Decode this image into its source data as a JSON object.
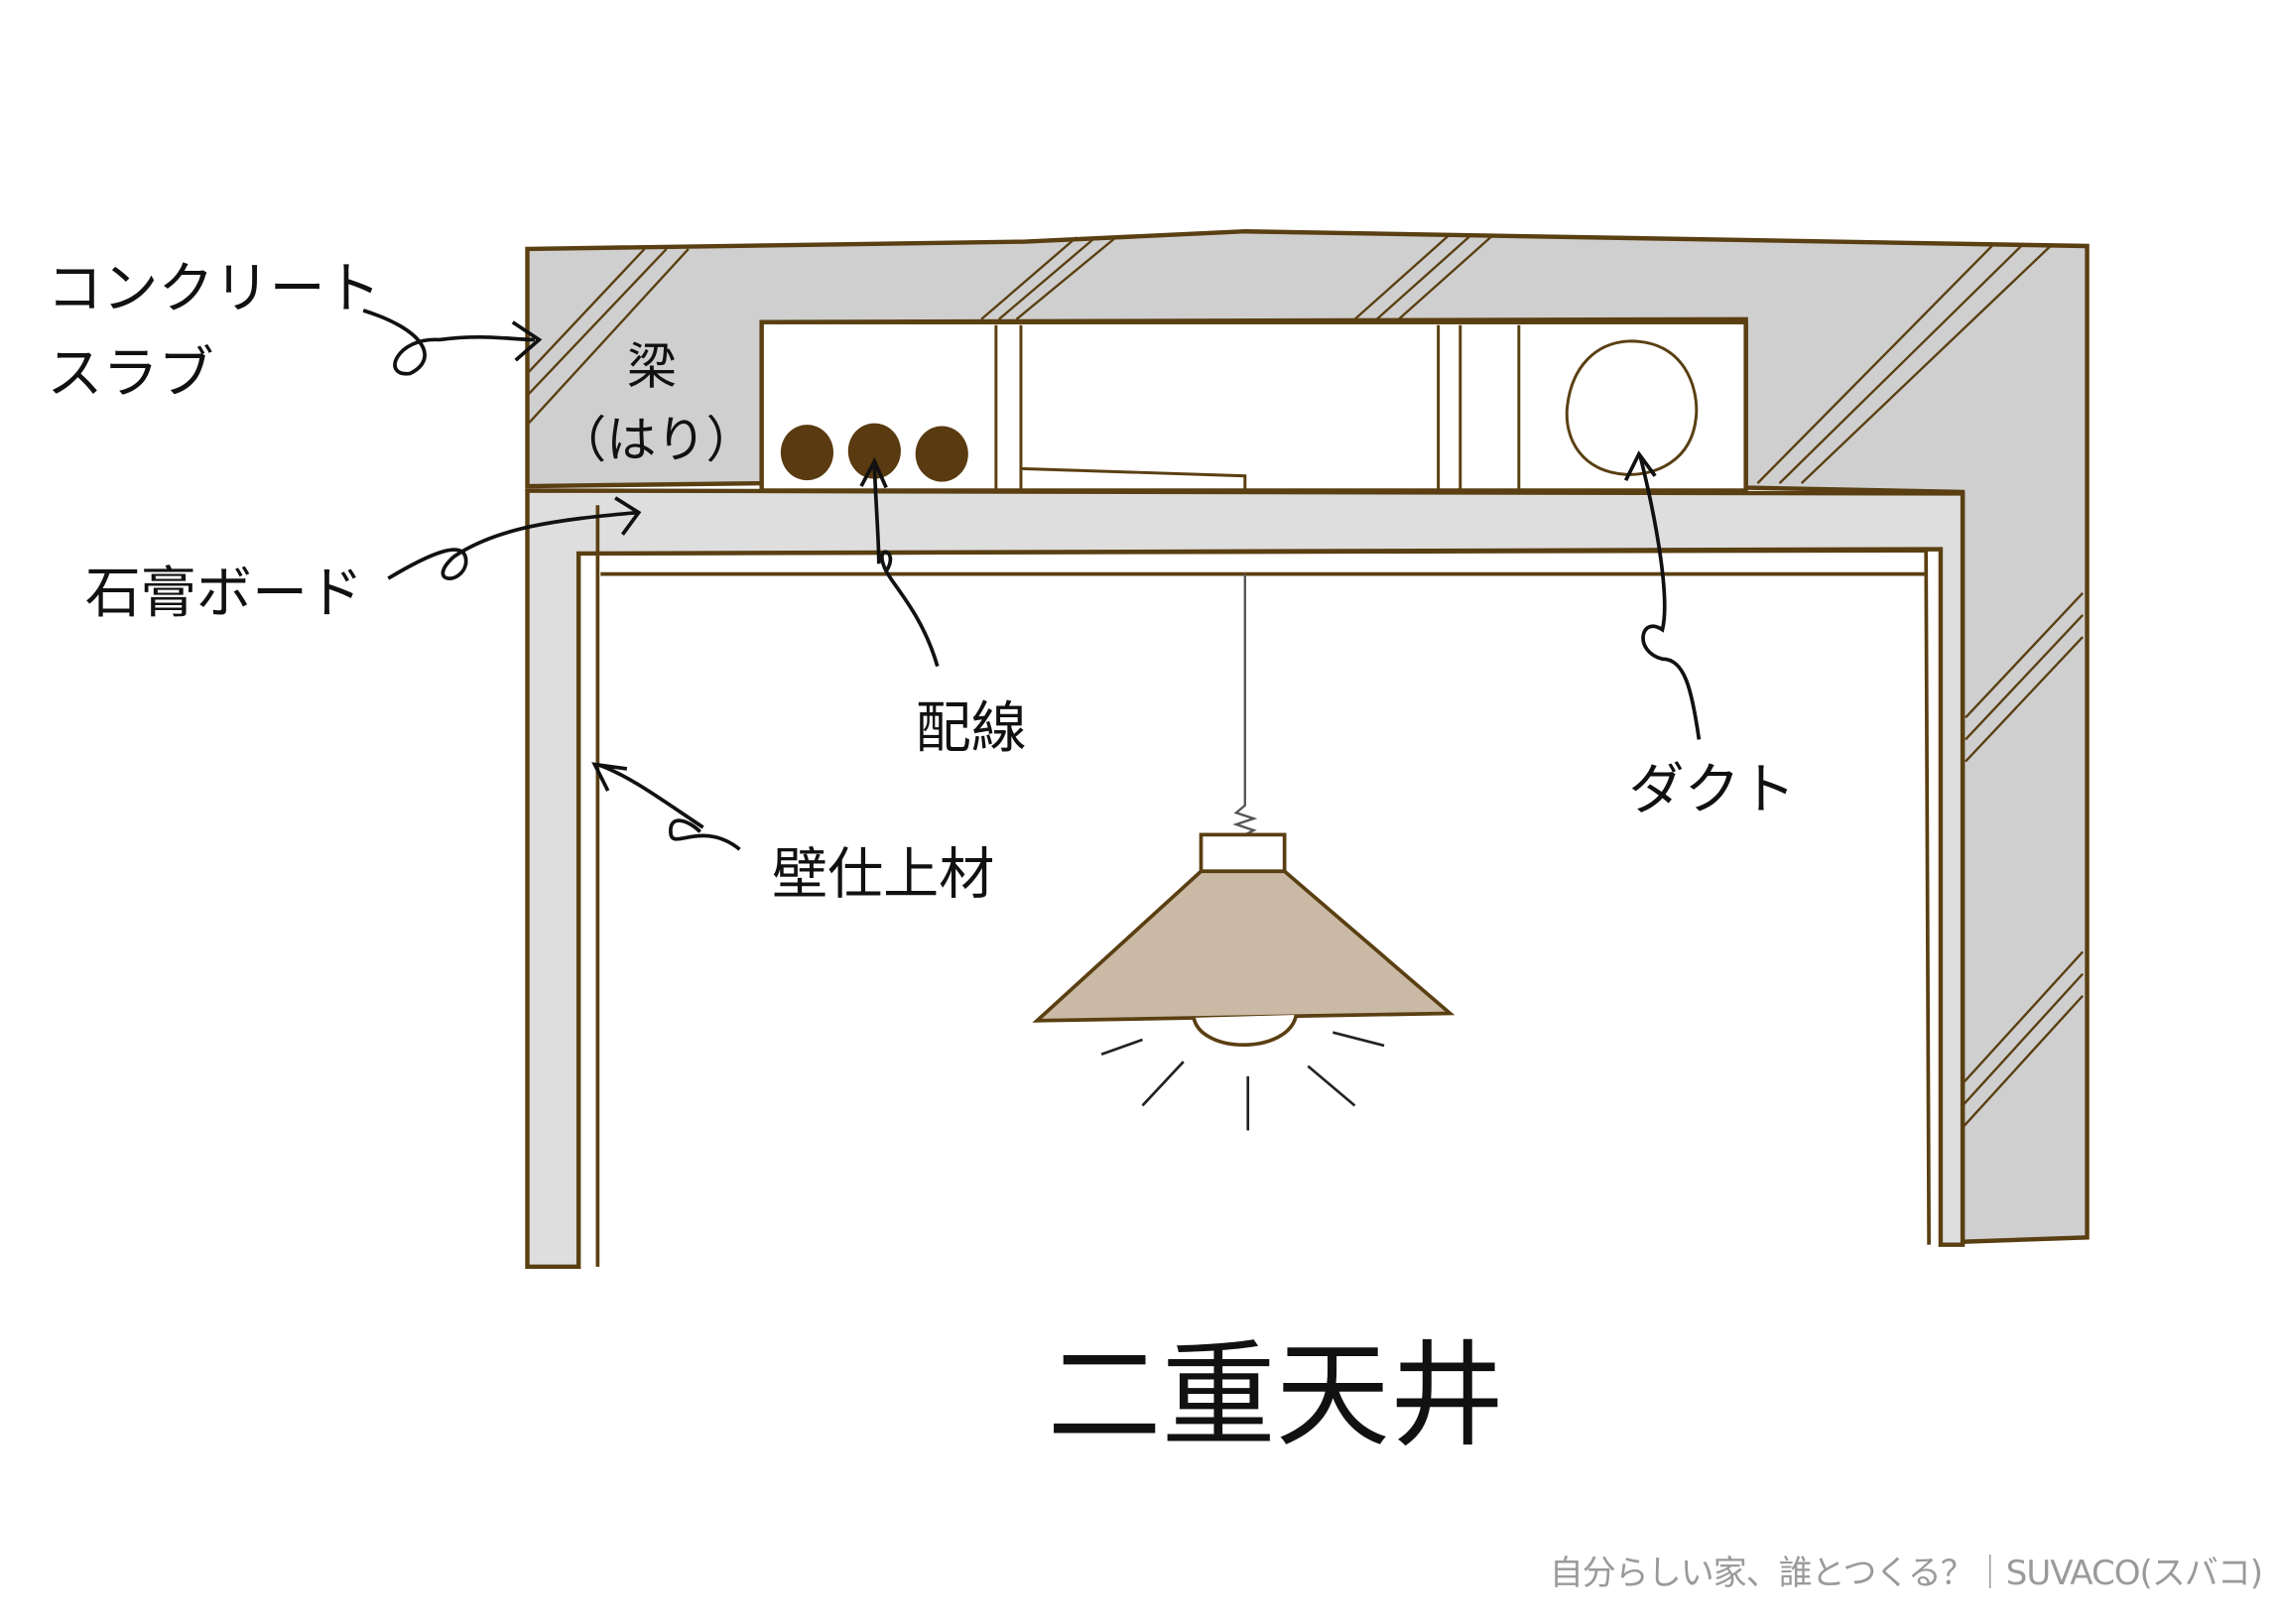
{
  "title": "二重天井",
  "labels": {
    "concrete_slab_line1": "コンクリート",
    "concrete_slab_line2": "スラブ",
    "beam": "梁",
    "beam_reading": "（はり）",
    "gypsum_board": "石膏ボード",
    "wiring": "配線",
    "duct": "ダクト",
    "wall_finish": "壁仕上材"
  },
  "footer": "自分らしい家、誰とつくる？｜SUVACO(スバコ)",
  "colors": {
    "concrete": "#cfcfcf",
    "board": "#dedede",
    "outline": "#5a3f12",
    "wiring": "#5a3a10",
    "lampshade": "#c9b9a5"
  }
}
